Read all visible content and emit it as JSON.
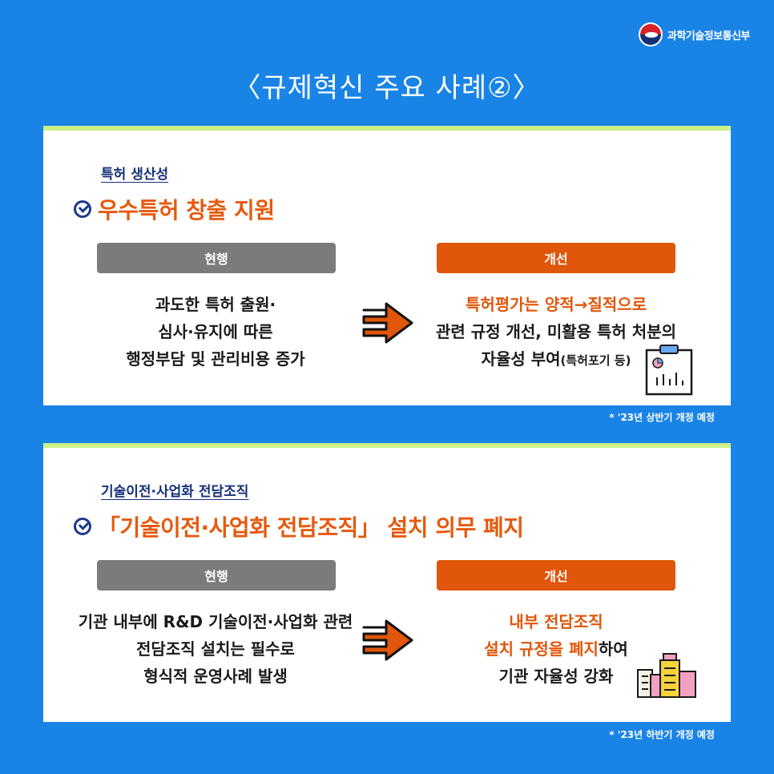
{
  "header": {
    "logo_text": "과학기술정보통신부",
    "title": "〈규제혁신 주요 사례②〉"
  },
  "cases": [
    {
      "category": "특허 생산성",
      "headline": "우수특허 창출 지원",
      "current_label": "현행",
      "improve_label": "개선",
      "current_lines": [
        "과도한 특허 출원·",
        "심사·유지에 따른",
        "행정부담 및 관리비용 증가"
      ],
      "improve_highlight": "특허평가는 양적→질적으로",
      "improve_line2": "관련 규정 개선, 미활용 특허 처분의",
      "improve_line3_main": "자율성 부여",
      "improve_line3_small": "(특허포기 등)",
      "note": "* '23년 상반기 개정 예정"
    },
    {
      "category": "기술이전·사업화 전담조직",
      "headline": "「기술이전·사업화 전담조직」 설치 의무 폐지",
      "current_label": "현행",
      "improve_label": "개선",
      "current_lines": [
        "기관 내부에 R&D 기술이전·사업화 관련",
        "전담조직 설치는 필수로",
        "형식적 운영사례 발생"
      ],
      "improve_line1": "내부 전담조직",
      "improve_line2_highlight": "설치 규정을 폐지",
      "improve_line2_rest": "하여",
      "improve_line3": "기관 자율성 강화",
      "note": "* '23년 하반기 개정 예정"
    }
  ],
  "colors": {
    "background": "#1a84e6",
    "accent_orange": "#e0560a",
    "navy": "#16307a",
    "panel_top_border": "#cbf08a",
    "label_gray": "#7b7b7b"
  }
}
